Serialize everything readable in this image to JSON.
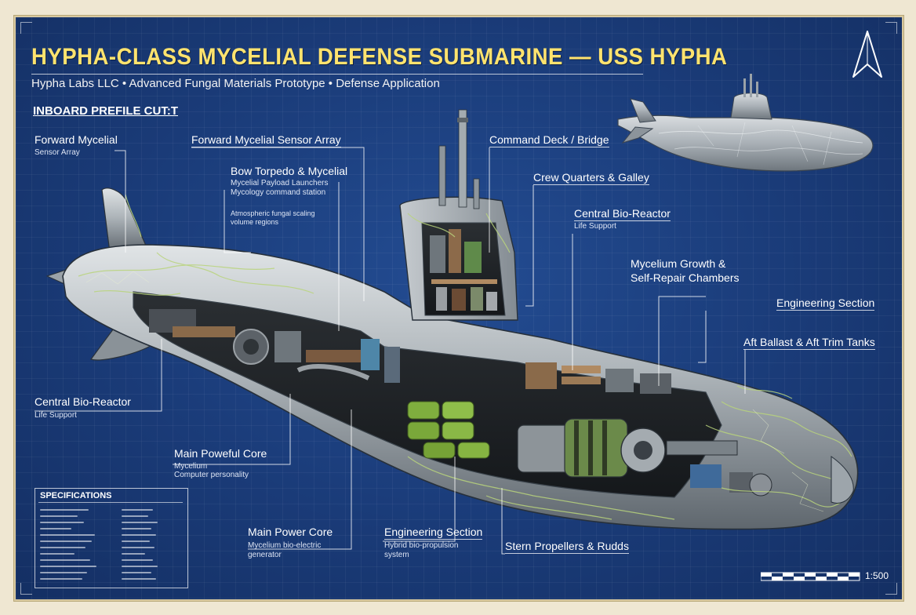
{
  "title": "HYPHA-CLASS MYCELIAL DEFENSE SUBMARINE — USS HYPHA",
  "subtitle": "Hypha Labs LLC • Advanced Fungal Materials Prototype • Defense Application",
  "section_label": "INBOARD PREFILE CUT:T",
  "labels": {
    "fwd_sensor_left": {
      "title": "Forward Mycelial",
      "sub": "Sensor Array"
    },
    "fwd_sensor_array": {
      "title": "Forward Mycelial Sensor Array"
    },
    "bow_torpedo": {
      "title": "Bow Torpedo & Mycelial",
      "sub1": "Mycelial Payload Launchers",
      "sub2": "Mycology command station",
      "sub3": "Atmospheric fungal scaling",
      "sub4": "volume regions"
    },
    "command_deck": {
      "title": "Command Deck / Bridge"
    },
    "crew_quarters": {
      "title": "Crew Quarters & Galley"
    },
    "bio_reactor_right": {
      "title": "Central Bio-Reactor",
      "sub": "Life Support"
    },
    "growth_chambers": {
      "title1": "Mycelium Growth &",
      "title2": "Self-Repair Chambers"
    },
    "engineering_right": {
      "title": "Engineering Section"
    },
    "aft_ballast": {
      "title": "Aft Ballast & Aft Trim Tanks"
    },
    "bio_reactor_left": {
      "title": "Central Bio-Reactor",
      "sub": "Life Support"
    },
    "main_power_left": {
      "title": "Main Poweful Core",
      "sub1": "Mycelium",
      "sub2": "Computer personality"
    },
    "main_power_bottom": {
      "title": "Main Power Core",
      "sub1": "Mycelium bio-electric",
      "sub2": "generator"
    },
    "engineering_bottom": {
      "title": "Engineering Section",
      "sub1": "Hybrid bio-propulsion",
      "sub2": "system"
    },
    "stern_propellers": {
      "title": "Stern Propellers & Rudds"
    }
  },
  "specs_title": "SPECIFICATIONS",
  "scale_label": "1:500",
  "colors": {
    "background": "#1a3b78",
    "title": "#ffe36e",
    "hull": "#a9b0b5",
    "mycelium": "#a7c76a"
  },
  "icons": [
    "north-arrow-icon"
  ]
}
